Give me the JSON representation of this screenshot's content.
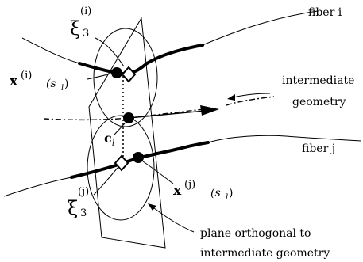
{
  "labels": {
    "fiber_i": "fiber i",
    "fiber_j": "fiber j",
    "intermediate_line1": "intermediate",
    "intermediate_line2": "geometry",
    "plane_line1": "plane orthogonal to",
    "plane_line2": "intermediate geometry",
    "xi_symbol": "ξ",
    "xi_sub": "3",
    "xi_i_sup": "(i)",
    "xi_j_sup": "(j)",
    "x_symbol": "x",
    "x_i_sup": "(i)",
    "x_j_sup": "(j)",
    "s_arg": "(s",
    "s_sub": "l",
    "s_close": ")",
    "c_symbol": "c",
    "c_sub": "l"
  }
}
